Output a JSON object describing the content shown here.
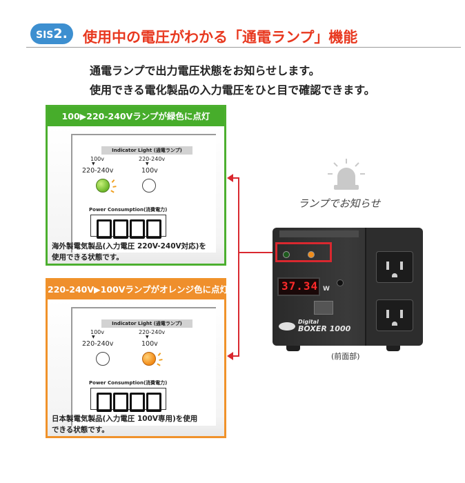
{
  "header": {
    "badge_prefix": "SIS",
    "badge_number": "2.",
    "title": "使用中の電圧がわかる「通電ランプ」機能"
  },
  "intro": {
    "line1": "通電ランプで出力電圧状態をお知らせします。",
    "line2": "使用できる電化製品の入力電圧をひと目で確認できます。"
  },
  "panel_green": {
    "heading": "100▶220-240Vランプが緑色に点灯",
    "indicator_title": "Indicator Light (通電ランプ)",
    "left_small": "100v",
    "left_big": "220-240v",
    "right_small": "220-240v",
    "right_big": "100v",
    "power_label": "Power Consumption(消費電力)",
    "caption_line1": "海外製電気製品(入力電圧 220V-240V対応)を",
    "caption_line2": "使用できる状態です。"
  },
  "panel_orange": {
    "heading": "220-240V▶100Vランプがオレンジ色に点灯",
    "indicator_title": "Indicator Light (通電ランプ)",
    "left_small": "100v",
    "left_big": "220-240v",
    "right_small": "220-240v",
    "right_big": "100v",
    "power_label": "Power Consumption(消費電力)",
    "caption_line1": "日本製電気製品(入力電圧 100V専用)を使用",
    "caption_line2": "できる状態です。"
  },
  "lamp_notice": "ランプでお知らせ",
  "device": {
    "display_value": "37.34",
    "unit": "W",
    "brand_small": "Digital",
    "brand_model": "BOXER 1000",
    "caption": "(前面部)"
  },
  "colors": {
    "accent_red": "#e8381f",
    "badge_blue": "#3d8fd0",
    "green": "#47ad2b",
    "orange": "#ef8f2c"
  }
}
